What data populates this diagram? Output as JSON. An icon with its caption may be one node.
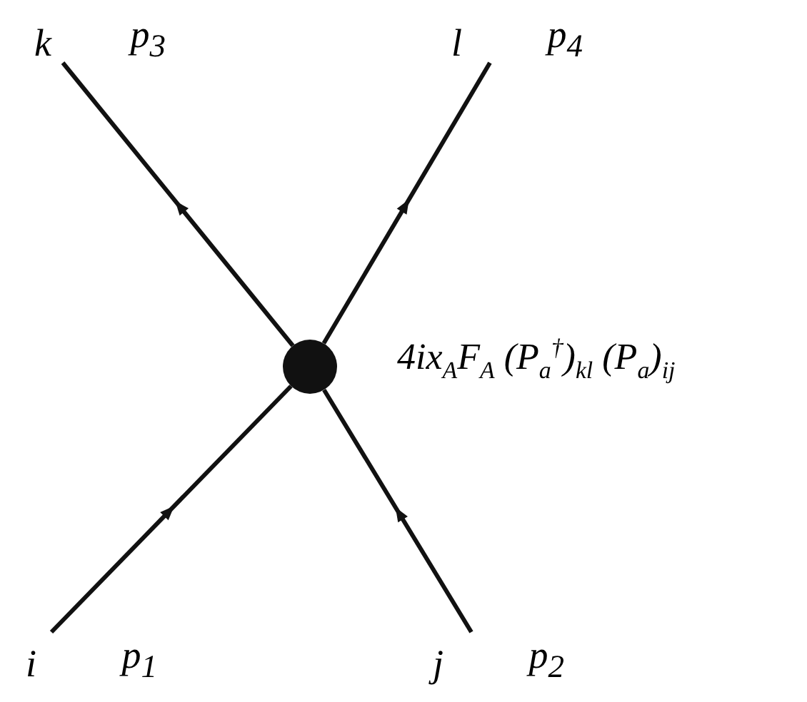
{
  "diagram": {
    "nodes": [
      {
        "text": [],
        "shape": "circle",
        "beside": [
          "4ix$_{A}$F$_{A}$ (P$_{a}$$^{†}$)$_{kl}$ (P$_{a}$)$_{ij}$"
        ]
      },
      {
        "text": [
          "k",
          "p$_{3}$"
        ]
      },
      {
        "text": [
          "l",
          "p$_{4}$"
        ]
      },
      {
        "text": [
          "i",
          "p$_{1}$"
        ]
      },
      {
        "text": [
          "j",
          "p$_{2}$"
        ]
      }
    ],
    "edges": [
      {
        "from": 3,
        "to": 0,
        "arrow": "to"
      },
      {
        "from": 4,
        "to": 0,
        "arrow": "to"
      },
      {
        "from": 0,
        "to": 1,
        "arrow": "to"
      },
      {
        "from": 0,
        "to": 2,
        "arrow": "to"
      }
    ]
  }
}
